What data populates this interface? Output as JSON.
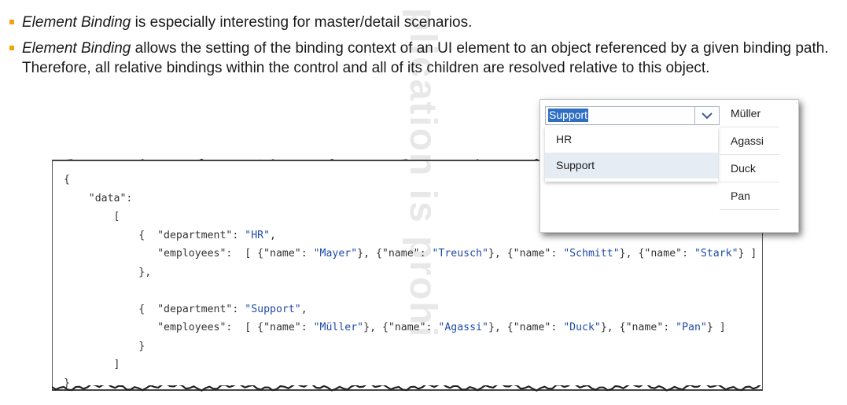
{
  "bullets": [
    {
      "italic": "Element Binding",
      "rest": " is especially interesting for master/detail scenarios."
    },
    {
      "italic": "Element Binding",
      "rest": " allows the setting of the binding context of an UI element to an object referenced by a given binding path. Therefore, all relative bindings within the control and all of its children are resolved relative to this object."
    }
  ],
  "code_lines": [
    [
      {
        "t": "{"
      }
    ],
    [
      {
        "t": "    \"data\":"
      }
    ],
    [
      {
        "t": "        ["
      }
    ],
    [
      {
        "t": "            {  \"department\": "
      },
      {
        "t": "\"HR\"",
        "c": "str"
      },
      {
        "t": ","
      }
    ],
    [
      {
        "t": "               \"employees\":  [ {\"name\": "
      },
      {
        "t": "\"Mayer\"",
        "c": "str"
      },
      {
        "t": "}, {\"name\": "
      },
      {
        "t": "\"Treusch\"",
        "c": "str"
      },
      {
        "t": "}, {\"name\": "
      },
      {
        "t": "\"Schmitt\"",
        "c": "str"
      },
      {
        "t": "}, {\"name\": "
      },
      {
        "t": "\"Stark\"",
        "c": "str"
      },
      {
        "t": "} ]"
      }
    ],
    [
      {
        "t": "            },"
      }
    ],
    [
      {
        "t": ""
      }
    ],
    [
      {
        "t": "            {  \"department\": "
      },
      {
        "t": "\"Support\"",
        "c": "str"
      },
      {
        "t": ","
      }
    ],
    [
      {
        "t": "               \"employees\":  [ {\"name\": "
      },
      {
        "t": "\"Müller\"",
        "c": "str"
      },
      {
        "t": "}, {\"name\": "
      },
      {
        "t": "\"Agassi\"",
        "c": "str"
      },
      {
        "t": "}, {\"name\": "
      },
      {
        "t": "\"Duck\"",
        "c": "str"
      },
      {
        "t": "}, {\"name\": "
      },
      {
        "t": "\"Pan\"",
        "c": "str"
      },
      {
        "t": "} ]"
      }
    ],
    [
      {
        "t": "            }"
      }
    ],
    [
      {
        "t": "        ]"
      }
    ],
    [
      {
        "t": "}"
      }
    ]
  ],
  "select": {
    "value": "Support",
    "icon": "chevron-down-icon"
  },
  "dropdown_items": [
    "HR",
    "Support"
  ],
  "dropdown_selected": "Support",
  "employees": [
    "Müller",
    "Agassi",
    "Duck",
    "Pan"
  ],
  "watermark": "plication is prohi",
  "colors": {
    "bullet": "#f0a30a",
    "string": "#1f4aa8",
    "selection": "#2e6ec3"
  }
}
